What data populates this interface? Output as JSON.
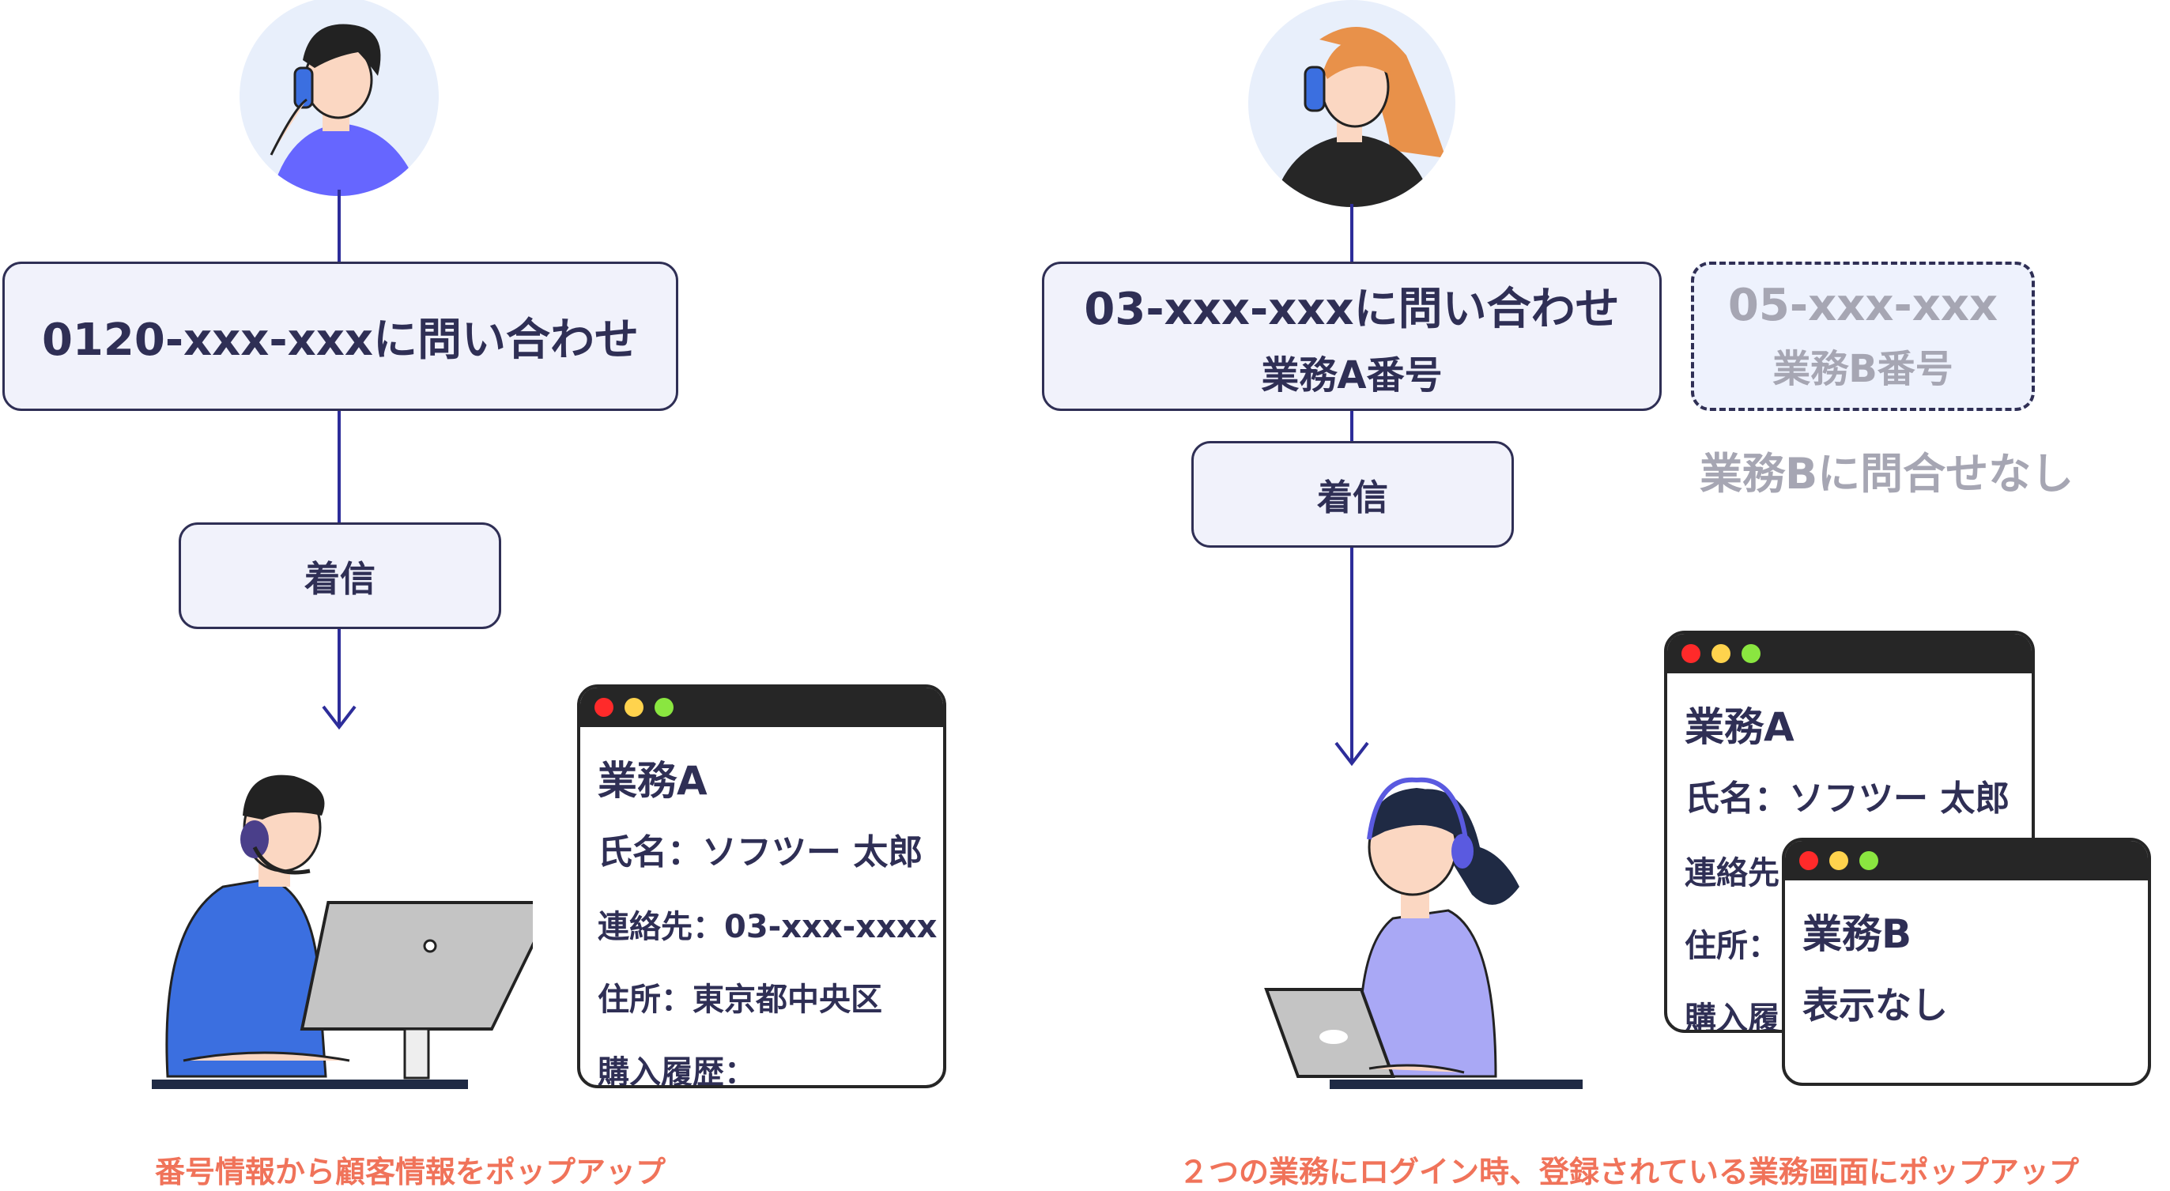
{
  "colors": {
    "text": "#2f2f55",
    "line": "#2d2d9a",
    "box_fill": "#f1f2fb",
    "muted": "#a6a6b3",
    "caption": "#f0735a",
    "titlebar": "#262626",
    "dot_red": "#ff2a2a",
    "dot_yellow": "#ffd34d",
    "dot_green": "#8ae640"
  },
  "left": {
    "inquiry": "0120-xxx-xxxに問い合わせ",
    "incoming": "着信",
    "window": {
      "title": "業務A",
      "rows": [
        "氏名：ソフツー 太郎",
        "連絡先：03-xxx-xxxx",
        "住所：東京都中央区",
        "購入履歴："
      ]
    },
    "caption": "番号情報から顧客情報をポップアップ"
  },
  "right": {
    "inquiry_line1": "03-xxx-xxxに問い合わせ",
    "inquiry_line2": "業務A番号",
    "other_number": "05-xxx-xxx",
    "other_label": "業務B番号",
    "no_inquiry": "業務Bに問合せなし",
    "incoming": "着信",
    "window_a": {
      "title": "業務A",
      "rows": [
        "氏名：ソフツー 太郎",
        "連絡先",
        "住所：",
        "購入履"
      ]
    },
    "window_b": {
      "title": "業務B",
      "text": "表示なし"
    },
    "caption": "２つの業務にログイン時、登録されている業務画面にポップアップ"
  }
}
